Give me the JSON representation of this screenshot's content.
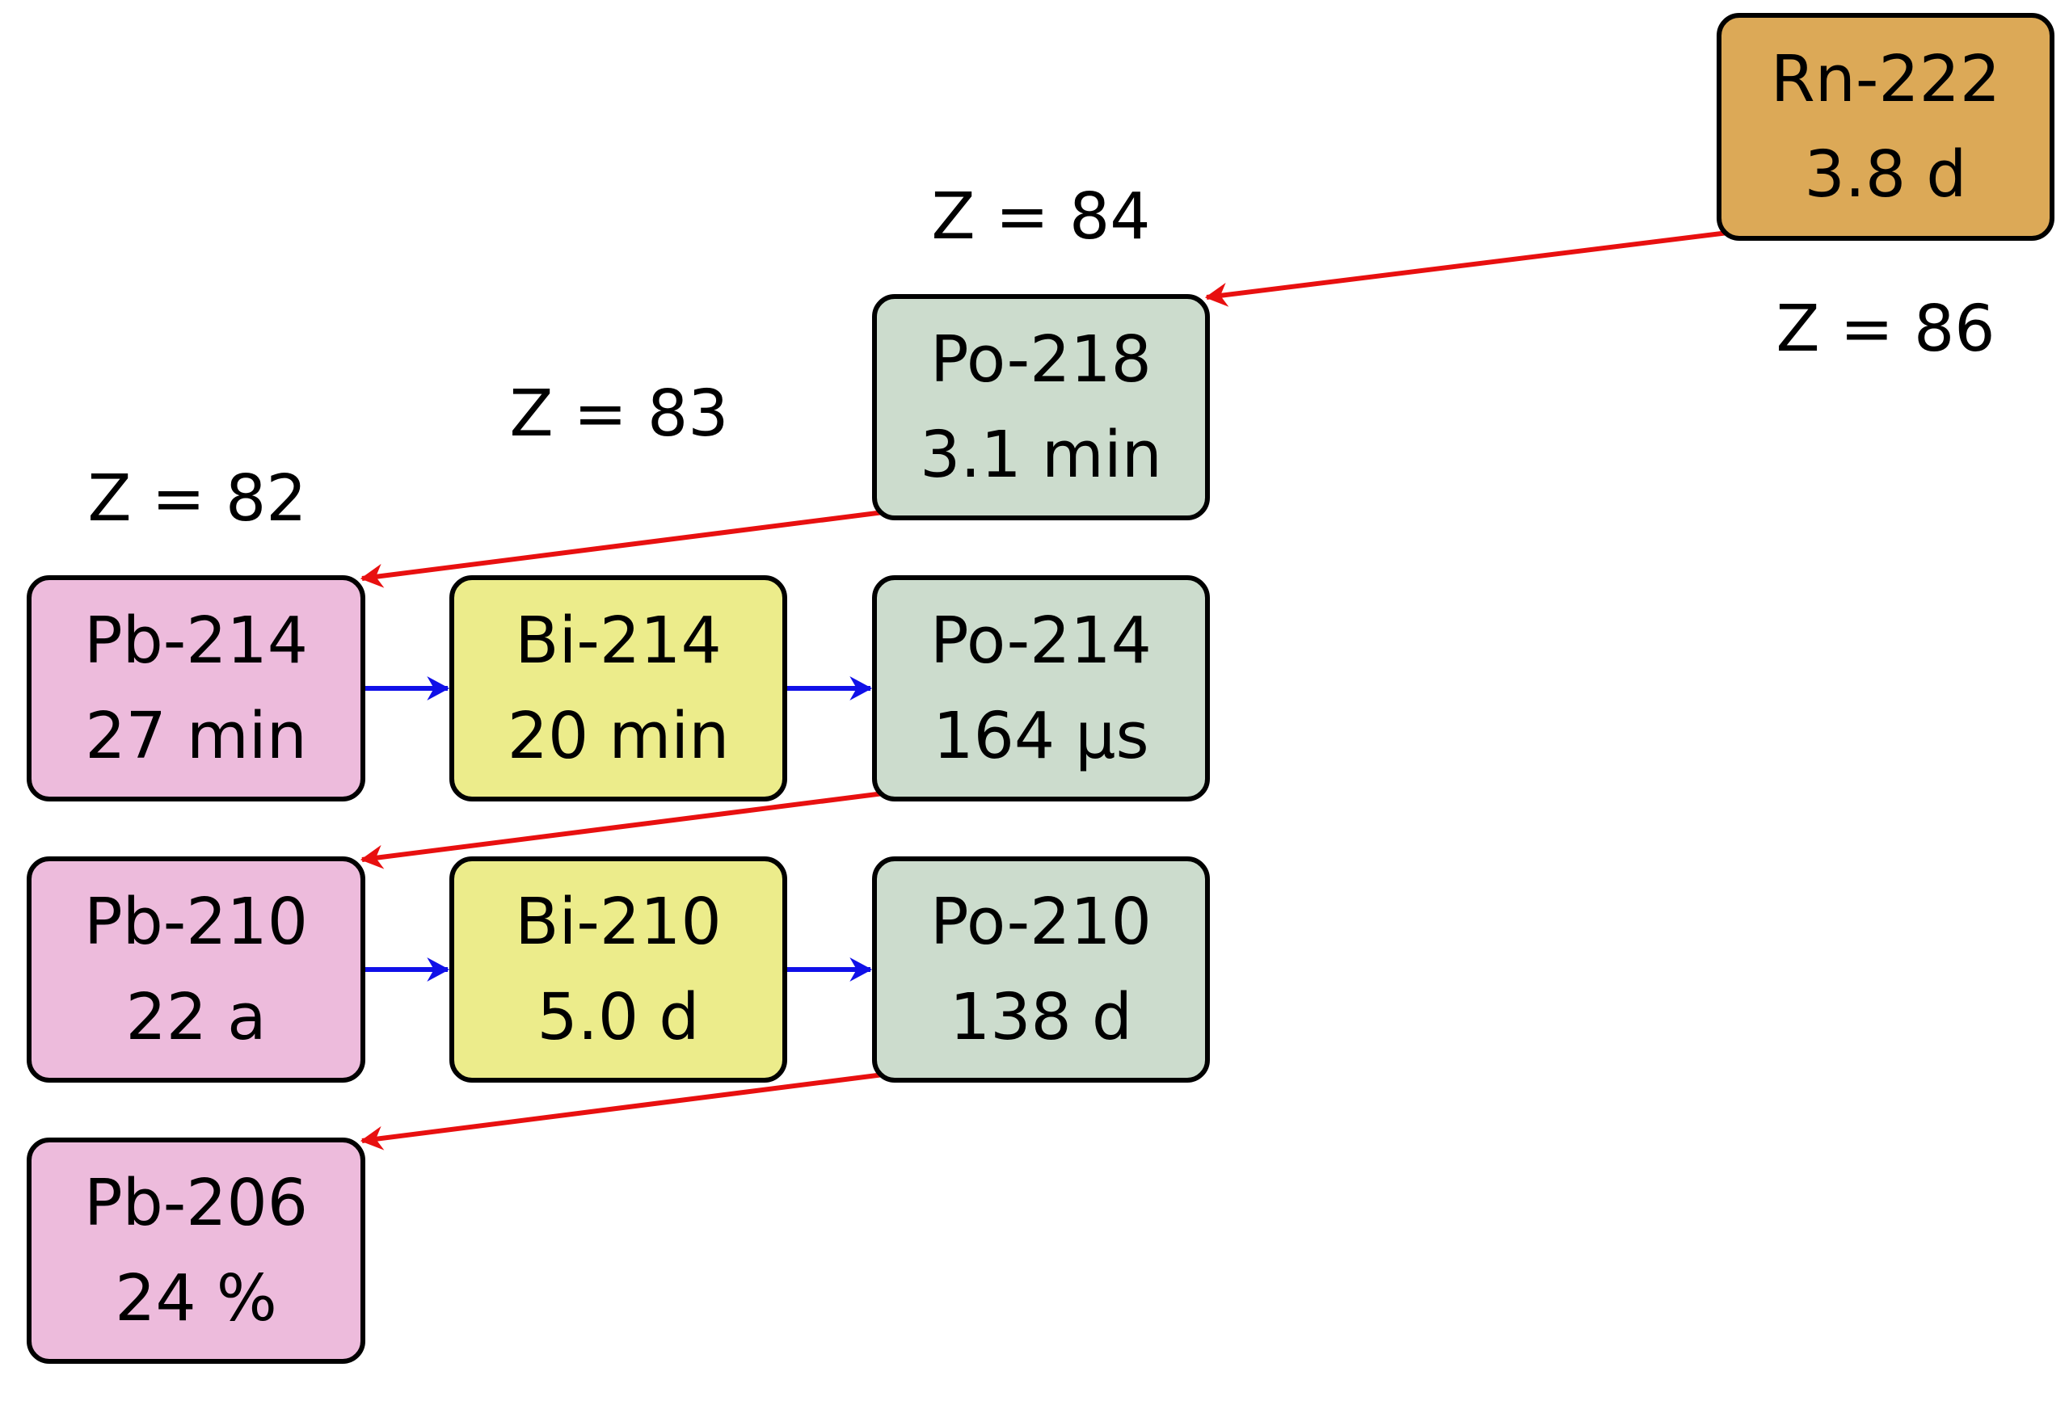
{
  "colors": {
    "lead": "#EDBBDC",
    "bismuth": "#ECEC8B",
    "polonium": "#CCDCCD",
    "radon": "#DCA957",
    "alpha_arrow": "#E81010",
    "beta_arrow": "#1010E8",
    "border": "#000000"
  },
  "z_labels": {
    "z82": "Z = 82",
    "z83": "Z = 83",
    "z84": "Z = 84",
    "z86": "Z = 86"
  },
  "nuclides": {
    "rn222": {
      "name": "Rn-222",
      "half_life": "3.8 d"
    },
    "po218": {
      "name": "Po-218",
      "half_life": "3.1 min"
    },
    "pb214": {
      "name": "Pb-214",
      "half_life": "27 min"
    },
    "bi214": {
      "name": "Bi-214",
      "half_life": "20 min"
    },
    "po214": {
      "name": "Po-214",
      "half_life": "164 µs"
    },
    "pb210": {
      "name": "Pb-210",
      "half_life": "22 a"
    },
    "bi210": {
      "name": "Bi-210",
      "half_life": "5.0 d"
    },
    "po210": {
      "name": "Po-210",
      "half_life": "138 d"
    },
    "pb206": {
      "name": "Pb-206",
      "half_life": "24 %"
    }
  },
  "decays": [
    {
      "from": "rn222",
      "to": "po218",
      "type": "alpha"
    },
    {
      "from": "po218",
      "to": "pb214",
      "type": "alpha"
    },
    {
      "from": "pb214",
      "to": "bi214",
      "type": "beta"
    },
    {
      "from": "bi214",
      "to": "po214",
      "type": "beta"
    },
    {
      "from": "po214",
      "to": "pb210",
      "type": "alpha"
    },
    {
      "from": "pb210",
      "to": "bi210",
      "type": "beta"
    },
    {
      "from": "bi210",
      "to": "po210",
      "type": "beta"
    },
    {
      "from": "po210",
      "to": "pb206",
      "type": "alpha"
    }
  ]
}
